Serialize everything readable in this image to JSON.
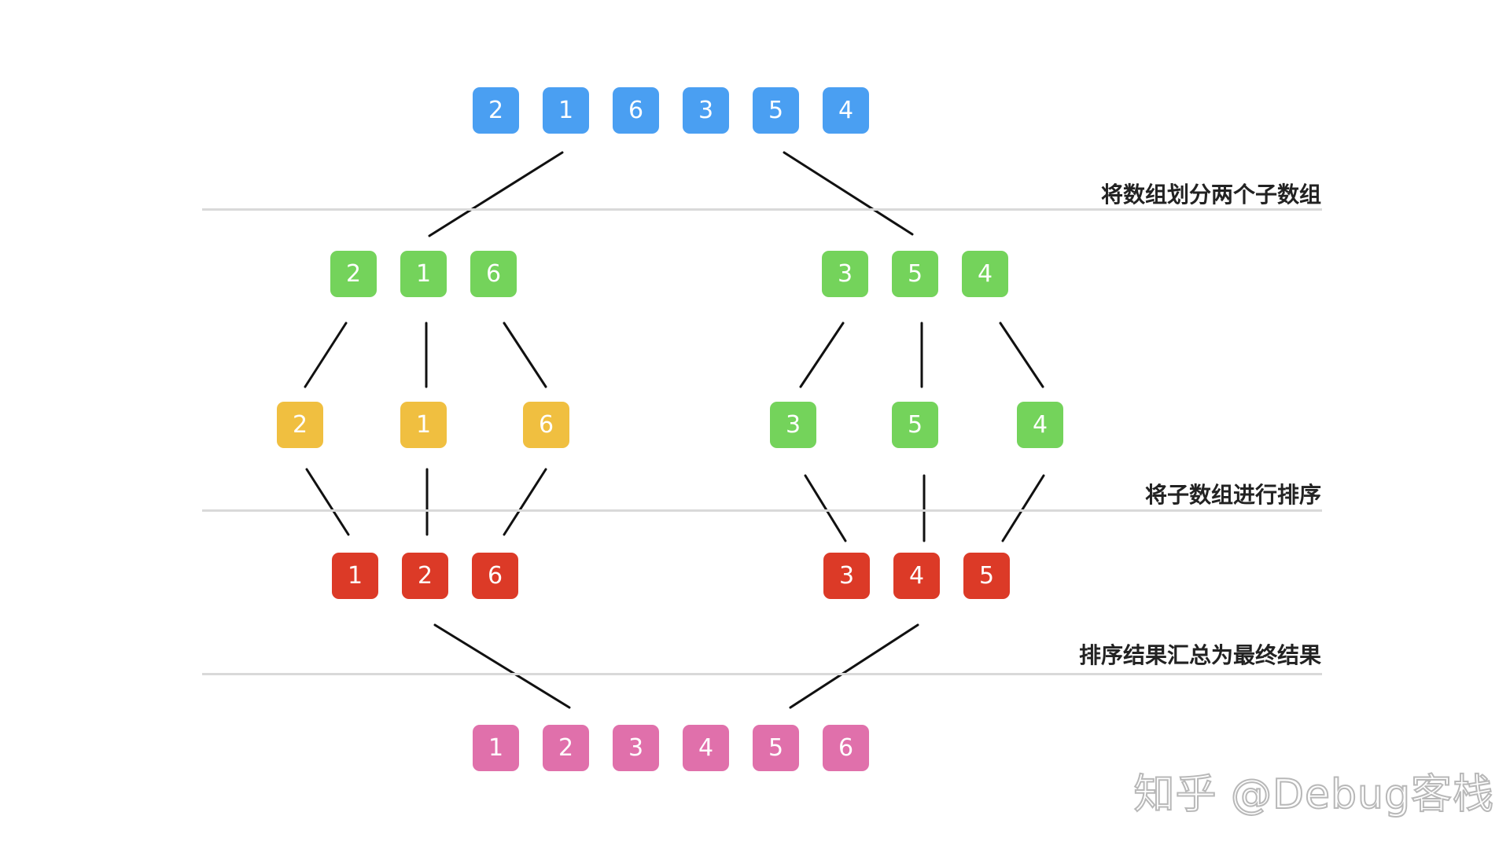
{
  "rows": {
    "input": [
      "2",
      "1",
      "6",
      "3",
      "5",
      "4"
    ],
    "split_left": [
      "2",
      "1",
      "6"
    ],
    "split_right": [
      "3",
      "5",
      "4"
    ],
    "single_left": [
      "2",
      "1",
      "6"
    ],
    "single_right": [
      "3",
      "5",
      "4"
    ],
    "sorted_left": [
      "1",
      "2",
      "6"
    ],
    "sorted_right": [
      "3",
      "4",
      "5"
    ],
    "result": [
      "1",
      "2",
      "3",
      "4",
      "5",
      "6"
    ]
  },
  "labels": {
    "split": "将数组划分两个子数组",
    "sort": "将子数组进行排序",
    "merge": "排序结果汇总为最终结果"
  },
  "colors": {
    "input": "#4a9ff2",
    "split": "#74d35b",
    "single_left": "#f0bf40",
    "single_right": "#74d35b",
    "sorted": "#dc3a27",
    "result": "#e070ab",
    "connector": "#111111",
    "divider": "#d9d9d9"
  },
  "watermark": "知乎 @Debug客栈"
}
